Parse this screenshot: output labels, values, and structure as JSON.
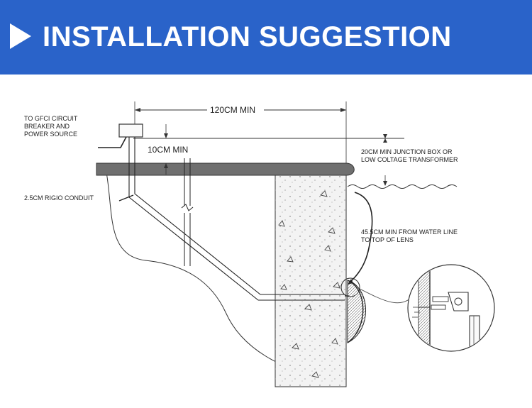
{
  "header": {
    "title": "INSTALLATION SUGGESTION",
    "bg_color": "#2a63c9"
  },
  "diagram": {
    "labels": {
      "gfci": "TO GFCI CIRCUIT\nBREAKER AND\nPOWER SOURCE",
      "width_dim": "120CM MIN",
      "height_dim": "10CM MIN",
      "conduit": "2.5CM RIGIO CONDUIT",
      "junction": "20CM MIN JUNCTION BOX OR\nLOW COLTAGE TRANSFORMER",
      "water_line": "45.5CM MIN FROM WATER LINE\nTO TOP OF LENS"
    }
  }
}
